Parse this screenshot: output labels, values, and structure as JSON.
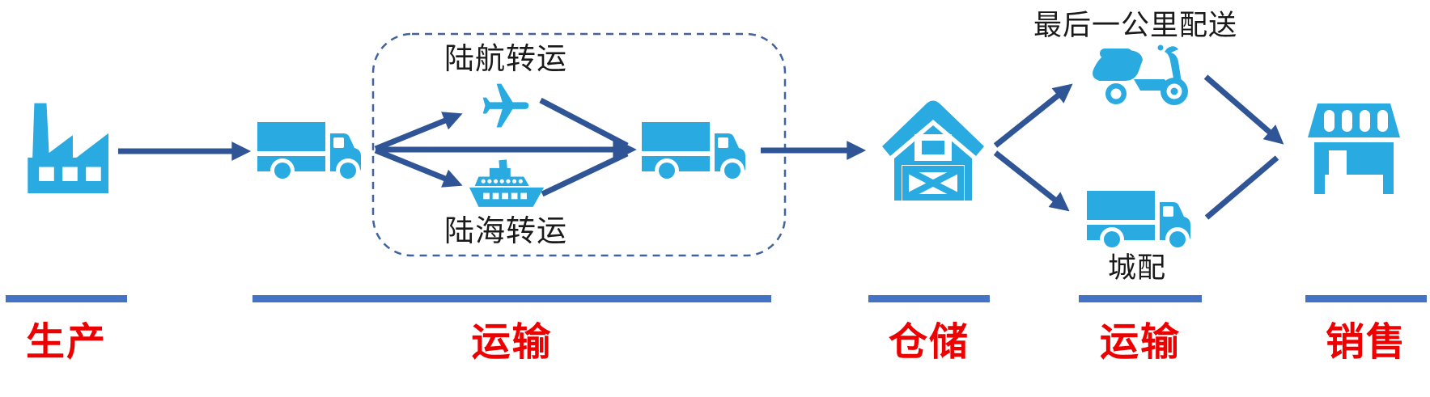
{
  "annotations": {
    "air_transfer_label": "陆航转运",
    "sea_transfer_label": "陆海转运",
    "last_mile_label": "最后一公里配送",
    "city_delivery_label": "城配"
  },
  "stages": [
    {
      "id": "production",
      "label": "生产"
    },
    {
      "id": "transport_1",
      "label": "运输"
    },
    {
      "id": "warehousing",
      "label": "仓储"
    },
    {
      "id": "transport_2",
      "label": "运输"
    },
    {
      "id": "sales",
      "label": "销售"
    }
  ],
  "icons": {
    "factory": "factory-icon",
    "truck_linehaul": "truck-icon",
    "airplane": "airplane-icon",
    "ship": "ship-icon",
    "truck_arrival": "truck-icon",
    "warehouse_barn": "barn-warehouse-icon",
    "scooter": "delivery-scooter-icon",
    "truck_city": "truck-icon",
    "store": "storefront-icon"
  },
  "colors": {
    "icon_blue": "#29ABE2",
    "arrow_blue": "#2F5597",
    "stage_bar_blue": "#4472C4",
    "stage_label_red": "#ED0000",
    "dashed_border_blue": "#41639F",
    "annotation_text": "#1A1A1A"
  }
}
